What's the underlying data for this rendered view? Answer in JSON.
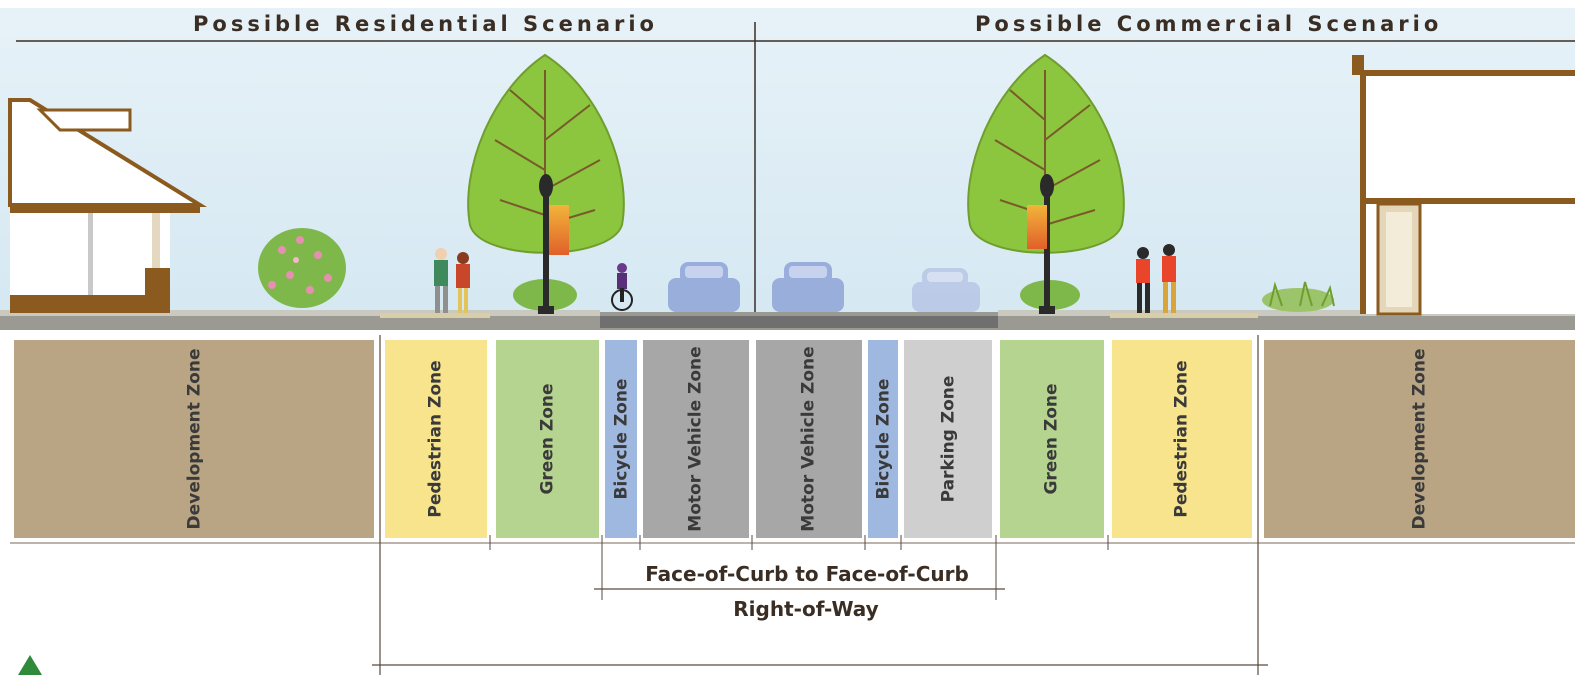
{
  "titles": {
    "residential": "Possible Residential Scenario",
    "commercial": "Possible Commercial Scenario"
  },
  "zones": [
    {
      "label": "Development Zone",
      "color": "#b9a584"
    },
    {
      "label": "Pedestrian Zone",
      "color": "#f7e48c"
    },
    {
      "label": "Green Zone",
      "color": "#b5d48f"
    },
    {
      "label": "Bicycle Zone",
      "color": "#9fb8df"
    },
    {
      "label": "Motor Vehicle Zone",
      "color": "#a7a7a7"
    },
    {
      "label": "Motor Vehicle Zone",
      "color": "#a7a7a7"
    },
    {
      "label": "Bicycle Zone",
      "color": "#9fb8df"
    },
    {
      "label": "Parking Zone",
      "color": "#cfcfcf"
    },
    {
      "label": "Green Zone",
      "color": "#b5d48f"
    },
    {
      "label": "Pedestrian Zone",
      "color": "#f7e48c"
    },
    {
      "label": "Development Zone",
      "color": "#b9a584"
    }
  ],
  "dimensions": {
    "curb_to_curb": "Face-of-Curb to Face-of-Curb",
    "right_of_way": "Right-of-Way"
  },
  "colors": {
    "sky": "#dfeef6",
    "tree": "#8cc63f",
    "vehicle": "#9aaedc",
    "building_trim": "#8b5a1e"
  }
}
